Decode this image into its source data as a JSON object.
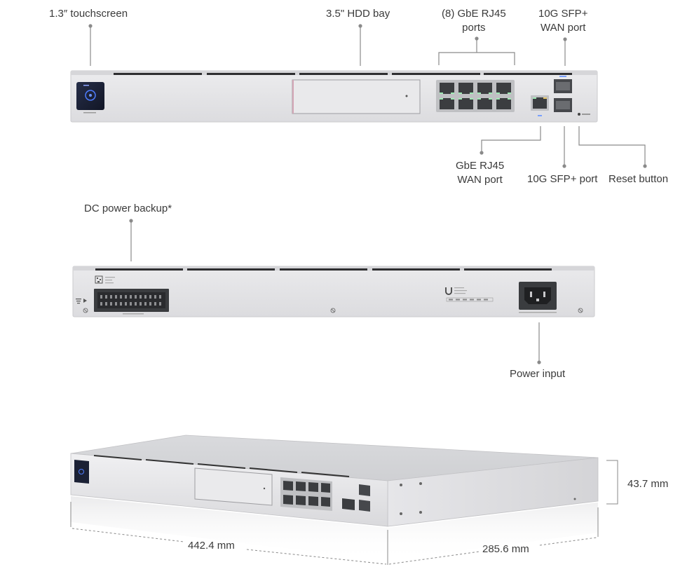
{
  "front": {
    "touchscreen": "1.3″ touchscreen",
    "hdd_bay": "3.5\" HDD bay",
    "rj45_ports_line1": "(8) GbE RJ45",
    "rj45_ports_line2": "ports",
    "sfp_wan_line1": "10G SFP+",
    "sfp_wan_line2": "WAN port",
    "rj45_wan_line1": "GbE RJ45",
    "rj45_wan_line2": "WAN port",
    "sfp_port": "10G SFP+ port",
    "reset_button": "Reset button"
  },
  "rear": {
    "dc_backup": "DC power backup*",
    "power_input": "Power input"
  },
  "dimensions": {
    "width": "442.4 mm",
    "depth": "285.6 mm",
    "height": "43.7 mm"
  },
  "colors": {
    "chassis": "#e4e4e6",
    "chassis_edge": "#c9c9cc",
    "port_dark": "#3b3d40",
    "screen": "#1c2234",
    "leader_line": "#8a8a8a"
  }
}
